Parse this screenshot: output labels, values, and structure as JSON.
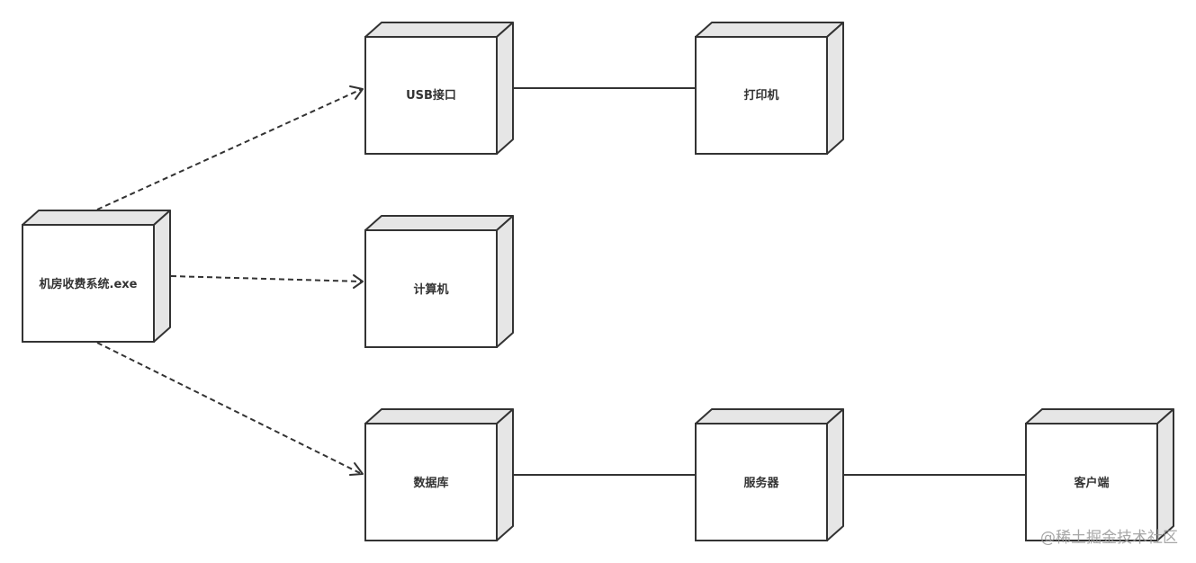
{
  "nodes": {
    "exe": {
      "label": "机房收费系统.exe"
    },
    "usb": {
      "label": "USB接口"
    },
    "printer": {
      "label": "打印机"
    },
    "computer": {
      "label": "计算机"
    },
    "database": {
      "label": "数据库"
    },
    "server": {
      "label": "服务器"
    },
    "client": {
      "label": "客户端"
    }
  },
  "edges": [
    {
      "from": "exe",
      "to": "usb",
      "style": "dashed-arrow"
    },
    {
      "from": "exe",
      "to": "computer",
      "style": "dashed-arrow"
    },
    {
      "from": "exe",
      "to": "database",
      "style": "dashed-arrow"
    },
    {
      "from": "usb",
      "to": "printer",
      "style": "solid"
    },
    {
      "from": "database",
      "to": "server",
      "style": "solid"
    },
    {
      "from": "server",
      "to": "client",
      "style": "solid"
    }
  ],
  "colors": {
    "stroke": "#333333",
    "side_fill": "#e6e6e6",
    "front_fill": "#ffffff"
  },
  "watermark": "@稀土掘金技术社区"
}
